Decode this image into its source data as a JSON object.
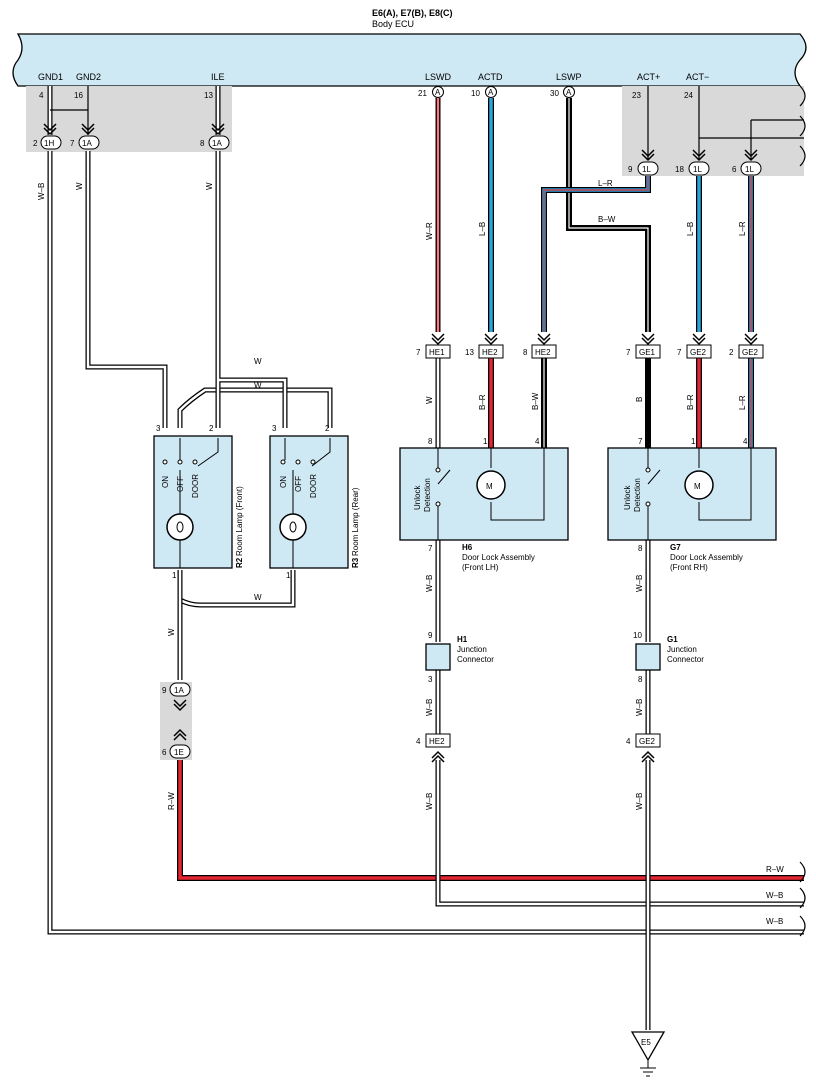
{
  "header": {
    "codes": "E6(A), E7(B), E8(C)",
    "name": "Body ECU"
  },
  "ecu_pins": [
    {
      "id": "gnd1",
      "label": "GND1",
      "pin": "4",
      "conn": "1H",
      "conn_pin": "2"
    },
    {
      "id": "gnd2",
      "label": "GND2",
      "pin": "16",
      "conn": "1A",
      "conn_pin": "7"
    },
    {
      "id": "ile",
      "label": "ILE",
      "pin": "13",
      "conn": "1A",
      "conn_pin": "8"
    },
    {
      "id": "lswd",
      "label": "LSWD",
      "pin": "21",
      "conn": "A"
    },
    {
      "id": "actd",
      "label": "ACTD",
      "pin": "10",
      "conn": "A"
    },
    {
      "id": "lswp",
      "label": "LSWP",
      "pin": "30",
      "conn": "A"
    },
    {
      "id": "actp",
      "label": "ACT+",
      "pin": "23",
      "conn": "1L",
      "conn_pin": "9"
    },
    {
      "id": "actm",
      "label": "ACT−",
      "pin": "24",
      "conn": "1L",
      "conn_pin": "18"
    },
    {
      "id": "actm2",
      "conn": "1L",
      "conn_pin": "6"
    }
  ],
  "wire_colors": {
    "w": "W",
    "wb": "W–B",
    "wr": "W–R",
    "lb": "L–B",
    "lr": "L–R",
    "bw": "B–W",
    "br": "B–R",
    "b": "B",
    "rw": "R–W"
  },
  "connectors": {
    "he1_top": {
      "name": "HE1",
      "pin": "7"
    },
    "he2_a": {
      "name": "HE2",
      "pin": "13"
    },
    "he2_b": {
      "name": "HE2",
      "pin": "8"
    },
    "ge1_top": {
      "name": "GE1",
      "pin": "7"
    },
    "ge2_a": {
      "name": "GE2",
      "pin": "7"
    },
    "ge2_b": {
      "name": "GE2",
      "pin": "2"
    },
    "he2_bot": {
      "name": "HE2",
      "pin": "4"
    },
    "ge2_bot": {
      "name": "GE2",
      "pin": "4"
    },
    "j_1a": {
      "name": "1A",
      "pin": "9"
    },
    "j_1e": {
      "name": "1E",
      "pin": "6"
    }
  },
  "lamps": {
    "r2": {
      "code": "R2",
      "name": "Room Lamp (Front)",
      "pin3": "3",
      "pin2": "2",
      "pin1": "1"
    },
    "r3": {
      "code": "R3",
      "name": "Room Lamp (Rear)",
      "pin3": "3",
      "pin2": "2",
      "pin1": "1"
    },
    "switch_on": "ON",
    "switch_off": "OFF",
    "switch_door": "DOOR"
  },
  "door_locks": {
    "h6": {
      "code": "H6",
      "name": "Door Lock Assembly",
      "side": "(Front LH)",
      "pin8": "8",
      "pin1": "1",
      "pin4": "4",
      "pin7": "7"
    },
    "g7": {
      "code": "G7",
      "name": "Door Lock Assembly",
      "side": "(Front RH)",
      "pin8": "8",
      "pin1": "1",
      "pin4": "4",
      "pin7": "7"
    },
    "detect_unlock": "Unlock",
    "detect_detection": "Detection",
    "motor": "M"
  },
  "junctions": {
    "h1": {
      "code": "H1",
      "name": "Junction",
      "name2": "Connector",
      "pin_in": "9",
      "pin_out": "3"
    },
    "g1": {
      "code": "G1",
      "name": "Junction",
      "name2": "Connector",
      "pin_in": "10",
      "pin_out": "8"
    }
  },
  "ground": {
    "code": "E5"
  }
}
